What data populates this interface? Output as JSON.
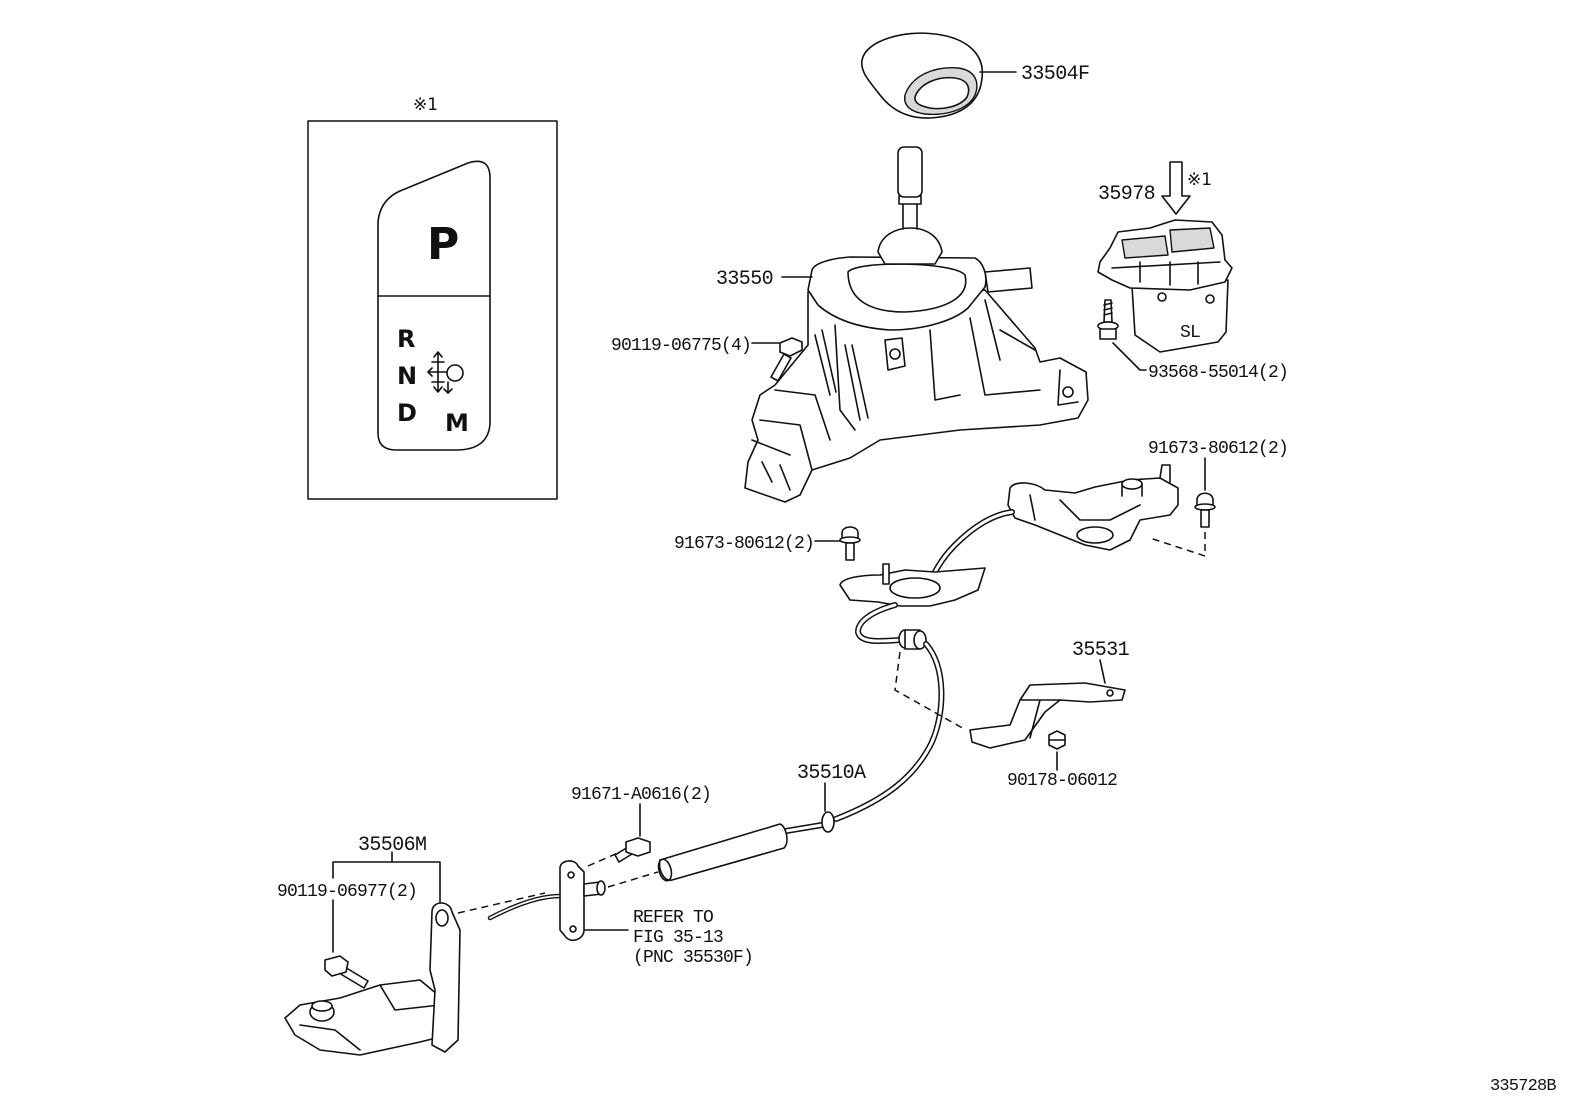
{
  "inset": {
    "note_mark": "※1",
    "indicator": {
      "park": "P",
      "reverse": "R",
      "neutral": "N",
      "drive": "D",
      "manual": "M"
    },
    "icon": "shift-sequence-icon"
  },
  "parts": {
    "knob": "33504F",
    "lever_assembly": "33550",
    "lever_bolt": "90119-06775(4)",
    "switch": "35978",
    "switch_note": "※1",
    "switch_marking": "SL",
    "switch_screw": "93568-55014(2)",
    "bolt_right": "91673-80612(2)",
    "bolt_left": "91673-80612(2)",
    "bracket": "35531",
    "nut": "90178-06012",
    "cable": "35510A",
    "cable_bolt": "91671-A0616(2)",
    "cable_bracket": "35506M",
    "bracket_bolt": "90119-06977(2)"
  },
  "reference": {
    "line1": "REFER TO",
    "line2": "FIG 35-13",
    "line3": "(PNC 35530F)"
  },
  "figure_code": "335728B",
  "colors": {
    "line": "#111111",
    "insert_fill": "#d9d9d9",
    "background": "#ffffff"
  }
}
